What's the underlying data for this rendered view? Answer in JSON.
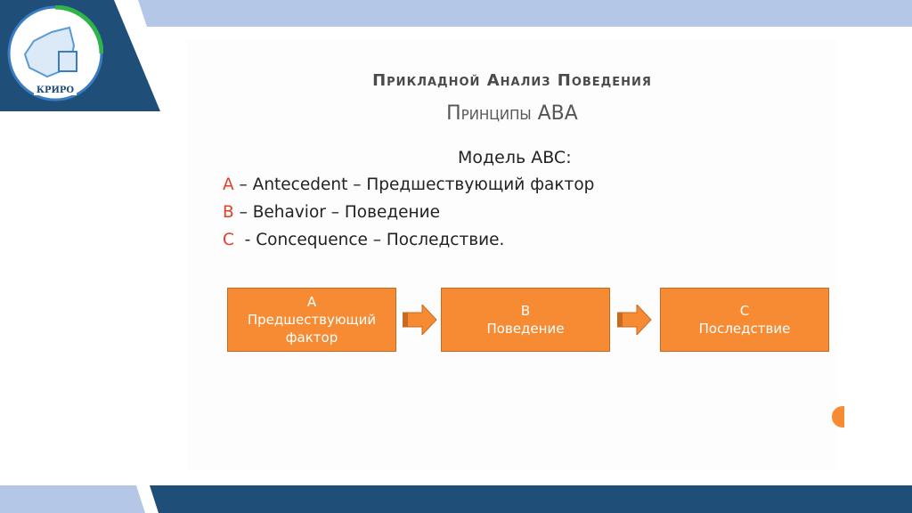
{
  "logo": {
    "text": "КРИРО"
  },
  "slide": {
    "title": "Прикладной Анализ Поведения",
    "subtitle": "Принципы ABA",
    "model_heading": "Модель ABC:",
    "items": [
      {
        "letter": "A",
        "text": " – Antecedent – Предшествующий фактор"
      },
      {
        "letter": "B",
        "text": " – Behavior – Поведение"
      },
      {
        "letter": "C",
        "text": "  - Concequence – Последствие."
      }
    ],
    "boxes": [
      {
        "letter": "A",
        "line1": "Предшествующий",
        "line2": "фактор"
      },
      {
        "letter": "B",
        "line1": "Поведение"
      },
      {
        "letter": "C",
        "line1": "Последствие"
      }
    ]
  },
  "colors": {
    "dark_blue": "#1f4e79",
    "light_blue": "#b4c7e7",
    "orange": "#f68b33",
    "red": "#e0402a"
  }
}
